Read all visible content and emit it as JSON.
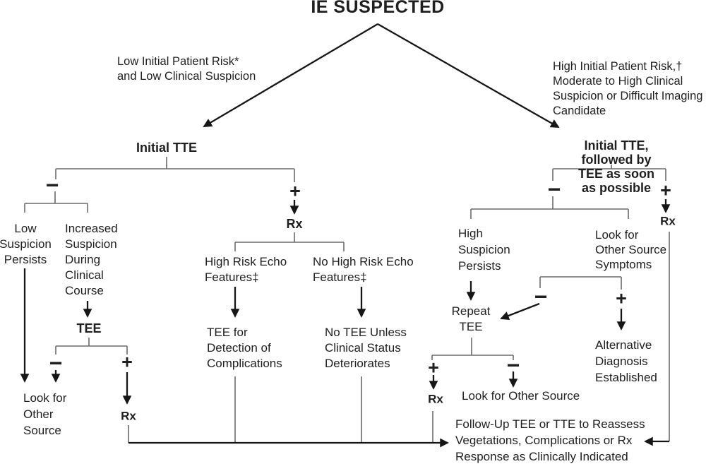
{
  "diagram": {
    "title": "IE SUSPECTED",
    "branch_labels": {
      "left": "Low Initial Patient Risk*\nand Low Clinical Suspicion",
      "right": "High Initial Patient Risk,†\nModerate to High Clinical\nSuspicion or Difficult Imaging\nCandidate"
    },
    "nodes": {
      "initial_tte": "Initial TTE",
      "initial_tte_tee": "Initial TTE, followed by\nTEE as soon as possible",
      "low_suspicion_persists": "Low\nSuspicion\nPersists",
      "increased_suspicion": "Increased\nSuspicion\nDuring\nClinical\nCourse",
      "tee": "TEE",
      "look_for_other_source_left": "Look for\nOther\nSource",
      "high_risk_echo": "High Risk Echo\nFeatures‡",
      "no_high_risk_echo": "No High Risk Echo\nFeatures‡",
      "tee_detection": "TEE for\nDetection of\nComplications",
      "no_tee_unless": "No TEE Unless\nClinical Status\nDeteriorates",
      "high_suspicion_persists": "High\nSuspicion\nPersists",
      "look_other_source_symptoms": "Look for\nOther Source\nSymptoms",
      "repeat_tee": "Repeat\nTEE",
      "alternative_diagnosis": "Alternative\nDiagnosis\nEstablished",
      "look_for_other_source_right": "Look for Other Source",
      "followup": "Follow-Up TEE or TTE to Reassess\nVegetations, Complications or Rx\nResponse as Clinically Indicated"
    },
    "signs": {
      "plus": "+",
      "minus": "−",
      "rx": "Rx"
    },
    "colors": {
      "background": "#ffffff",
      "text": "#1f1f1f",
      "connector": "#6b6b6b",
      "arrow": "#161616"
    }
  }
}
